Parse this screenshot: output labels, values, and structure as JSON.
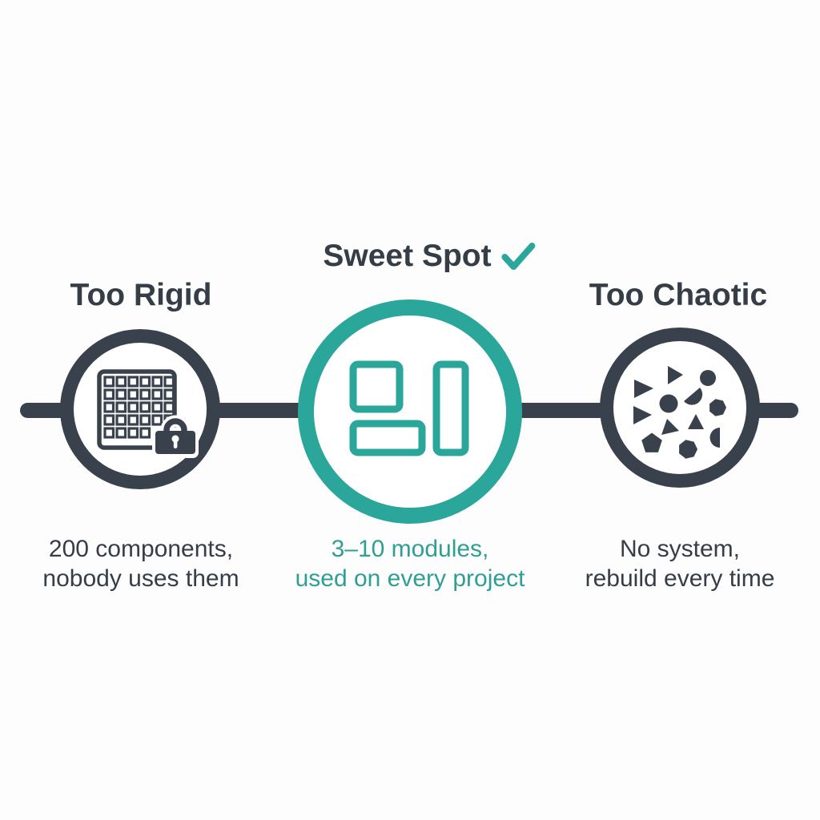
{
  "theme": {
    "bg": "#FDFDFE",
    "dark": "#39424C",
    "textDark": "#353D47",
    "teal": "#2AA79A",
    "tealText": "#2F9E95"
  },
  "diagram": {
    "type": "spectrum-comparison",
    "items": [
      {
        "title": "Too Rigid",
        "icon": "locked-grid-icon",
        "caption_line1": "200 components,",
        "caption_line2": "nobody uses them"
      },
      {
        "title": "Sweet Spot",
        "icon": "modules-layout-icon",
        "badge_icon": "checkmark-icon",
        "caption_line1": "3–10 modules,",
        "caption_line2": "used on every project"
      },
      {
        "title": "Too Chaotic",
        "icon": "scattered-shapes-icon",
        "caption_line1": "No system,",
        "caption_line2": "rebuild every time"
      }
    ]
  }
}
